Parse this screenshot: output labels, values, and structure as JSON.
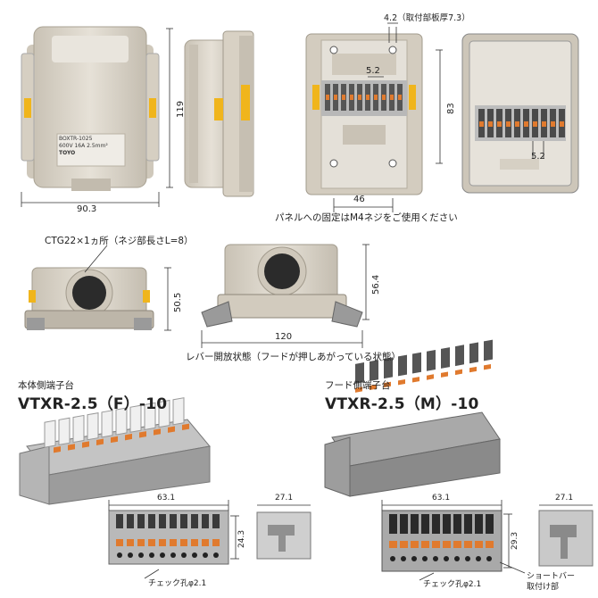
{
  "dims": {
    "height_119": "119",
    "width_90_3": "90.3",
    "plate_thickness": "4.2（取付部板厚7.3）",
    "pitch_top": "5.2",
    "height_83": "83",
    "width_46": "46",
    "pitch_inner": "5.2",
    "height_50_5": "50.5",
    "height_56_4": "56.4",
    "width_120": "120",
    "f_width": "63.1",
    "f_depth": "27.1",
    "f_height": "24.3",
    "m_width": "63.1",
    "m_depth": "27.1",
    "m_height": "29.3"
  },
  "captions": {
    "panel_note": "パネルへの固定はM4ネジをご使用ください",
    "ctg_note": "CTG22×1ヵ所（ネジ部長さL=8）",
    "lever_note": "レバー開放状態（フードが押しあがっている状態）"
  },
  "body_label": {
    "model": "BOXTR-1025",
    "rating": "600V 16A 2.5mm²",
    "brand": "TOYO"
  },
  "terminal_f": {
    "subtitle": "本体側端子台",
    "model": "VTXR-2.5（F）-10",
    "check_hole": "チェック孔φ2.1"
  },
  "terminal_m": {
    "subtitle": "フード側端子台",
    "model": "VTXR-2.5（M）-10",
    "check_hole": "チェック孔φ2.1",
    "shortbar": "ショートバー",
    "shortbar2": "取付け部"
  },
  "colors": {
    "housing": "#d9d3c7",
    "housing_dark": "#bfb7a8",
    "terminal_gray": "#8c8c8c",
    "orange": "#e07a2e",
    "yellow": "#f0b51c"
  }
}
